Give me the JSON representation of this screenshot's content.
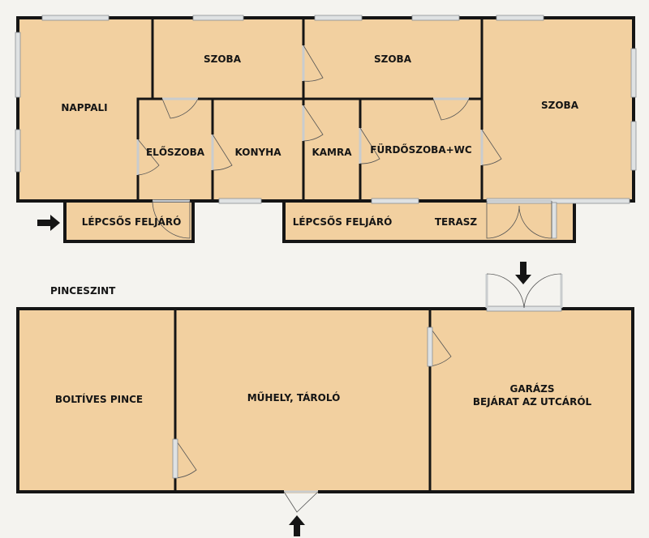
{
  "upper_floor": {
    "nappali": "NAPPALI",
    "szoba_1": "SZOBA",
    "szoba_2": "SZOBA",
    "szoba_3": "SZOBA",
    "eloszoba": "ELŐSZOBA",
    "konyha": "KONYHA",
    "kamra": "KAMRA",
    "furdoszoba": "FÜRDŐSZOBA+WC",
    "lepcsos_feljaro_1": "LÉPCSŐS FELJÁRÓ",
    "lepcsos_feljaro_2": "LÉPCSŐS FELJÁRÓ",
    "terasz": "TERASZ"
  },
  "basement": {
    "level_label": "PINCESZINT",
    "boltives_pince": "BOLTÍVES PINCE",
    "muhely_tarolo": "MŰHELY, TÁROLÓ",
    "garazs": "GARÁZS",
    "garazs_note": "BEJÁRAT AZ UTCÁRÓL"
  },
  "colors": {
    "room_fill": "#f2d0a0",
    "wall": "#151515",
    "background": "#f4f3ef",
    "window_frame": "#dfe2e3"
  },
  "icons": [
    "entrance-arrow-icon",
    "door-icon",
    "window-icon"
  ]
}
